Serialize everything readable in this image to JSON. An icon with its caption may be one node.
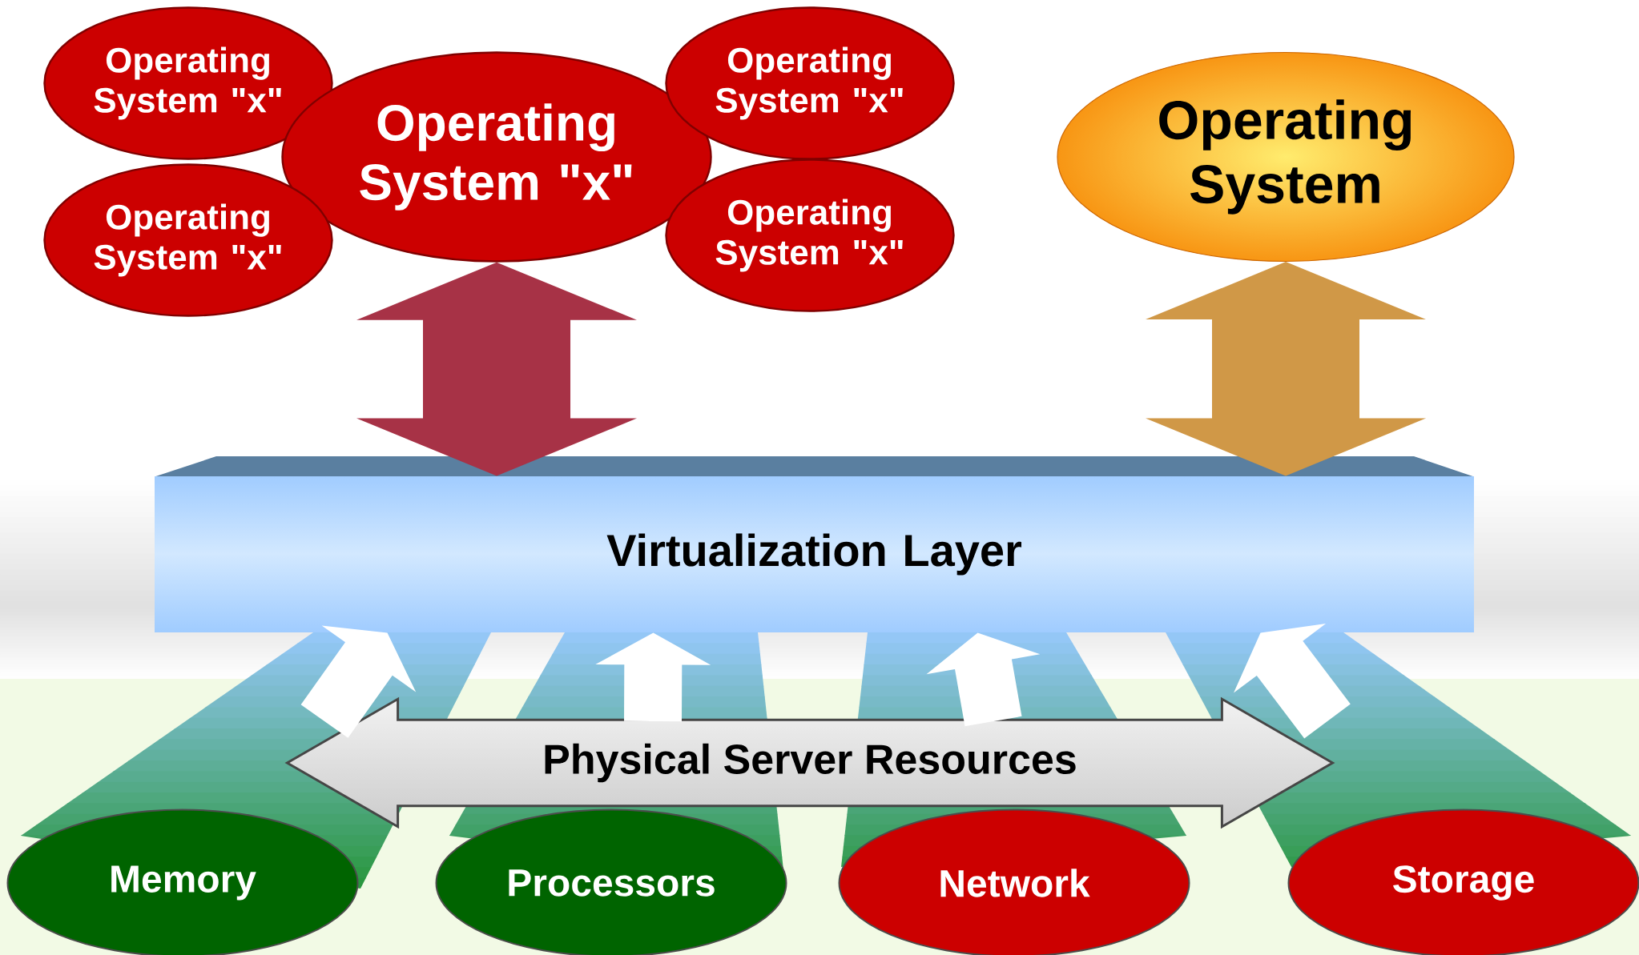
{
  "diagram": {
    "nodes": [
      {
        "text": [
          "Operating System \"x\""
        ]
      },
      {
        "text": [
          "Operating System \"x\""
        ]
      },
      {
        "text": [
          "Operating System \"x\""
        ]
      },
      {
        "text": [
          "Operating System \"x\""
        ]
      },
      {
        "text": [
          "Operating System \"x\""
        ]
      },
      {
        "text": [
          "Operating System"
        ]
      },
      {
        "text": [
          "Virtualization Layer"
        ]
      },
      {
        "text": [
          "Physical Server Resources"
        ]
      },
      {
        "text": [
          "Memory"
        ]
      },
      {
        "text": [
          "Processors"
        ]
      },
      {
        "text": [
          "Network"
        ]
      },
      {
        "text": [
          "Storage"
        ]
      }
    ],
    "edges": [
      {
        "from": 6,
        "to": 1,
        "arrow": "both",
        "color": "#c01828"
      },
      {
        "from": 6,
        "to": 5,
        "arrow": "both",
        "color": "#f7a02a"
      },
      {
        "from": 7,
        "to": 6,
        "arrow": "to"
      },
      {
        "from": 7,
        "to": 6,
        "arrow": "to"
      },
      {
        "from": 7,
        "to": 6,
        "arrow": "to"
      },
      {
        "from": 7,
        "to": 6,
        "arrow": "to"
      }
    ]
  }
}
